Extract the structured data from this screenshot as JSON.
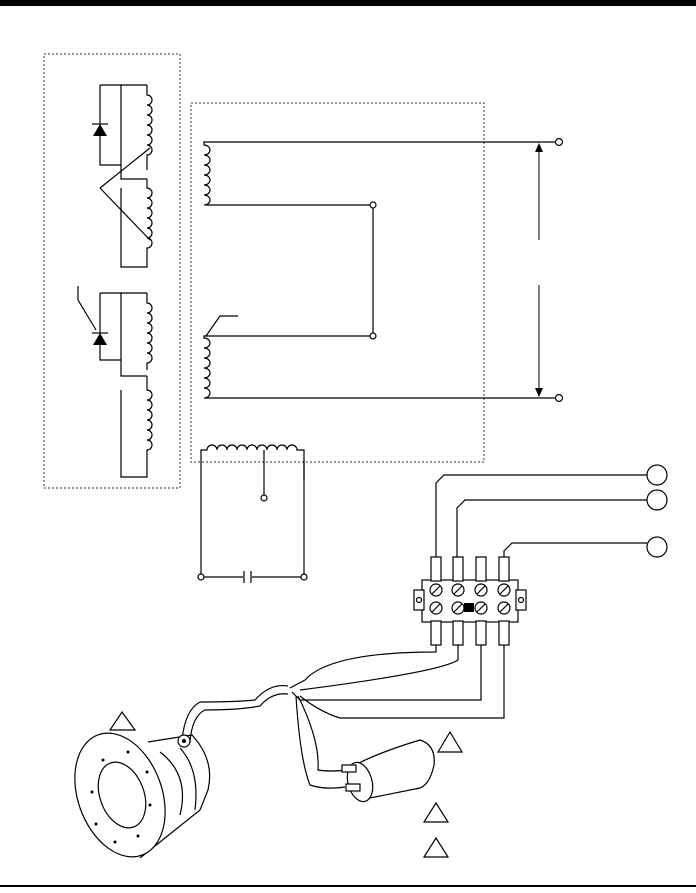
{
  "diagram": {
    "title": "",
    "colors": {
      "line": "#000000",
      "background": "#ffffff",
      "box_border": "#333333"
    },
    "elements": [
      "rectifier-box",
      "transformer-box",
      "capacitor-circuit",
      "terminal-block",
      "motor",
      "run-capacitor",
      "warning-triangle-icon",
      "terminal-circle-icon"
    ]
  }
}
